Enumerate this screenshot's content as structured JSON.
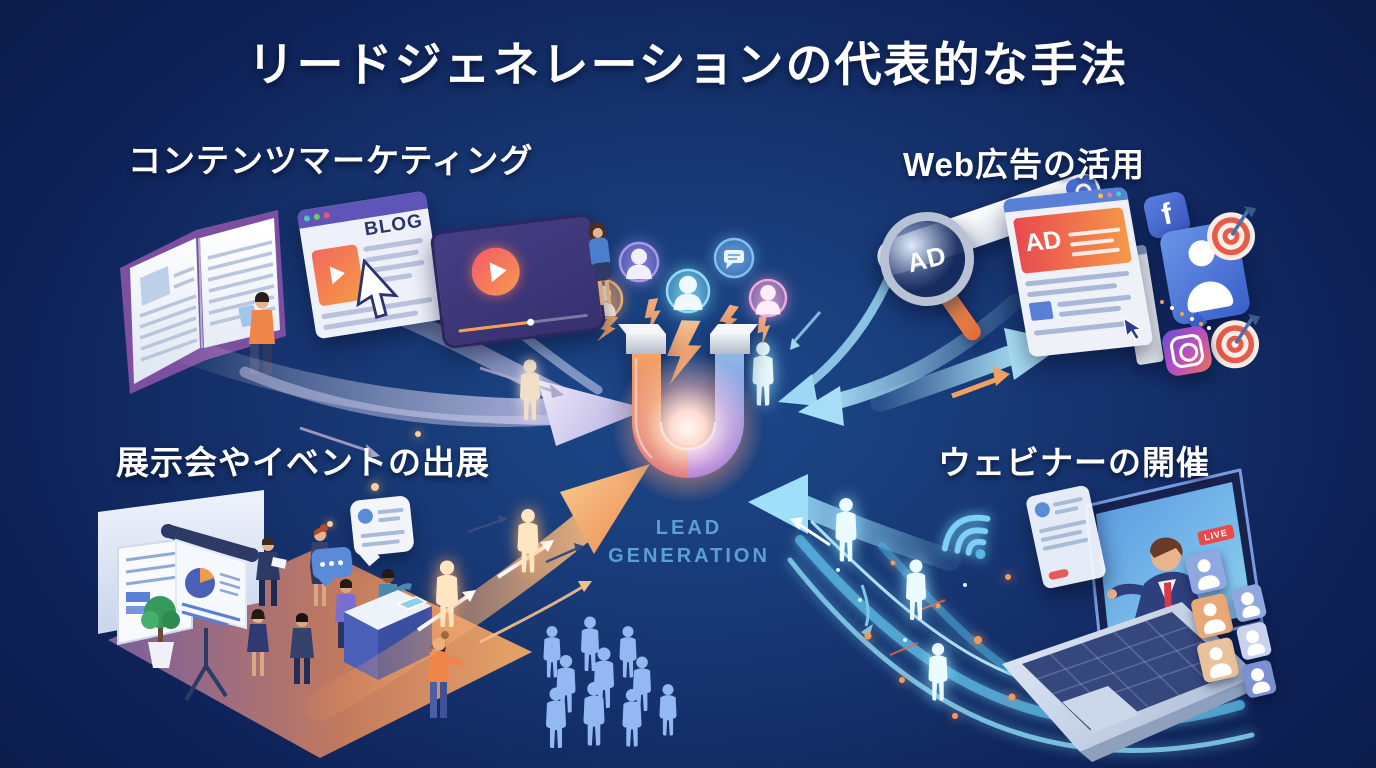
{
  "title": "リードジェネレーションの代表的な手法",
  "center": {
    "lead_line1": "LEAD",
    "lead_line2": "GENERATION"
  },
  "sections": {
    "content_marketing": {
      "label": "コンテンツマーケティング",
      "blog_window_title": "BLOG"
    },
    "web_ads": {
      "label": "Web広告の活用",
      "search_ad_text": "AD",
      "banner_ad_text": "AD",
      "facebook_letter": "f"
    },
    "exhibition": {
      "label": "展示会やイベントの出展"
    },
    "webinar": {
      "label": "ウェビナーの開催",
      "live_badge": "LIVE"
    }
  },
  "icons": [
    "magnet-icon",
    "lightning-icon",
    "user-avatar-icon",
    "chat-bubble-icon",
    "cursor-icon",
    "play-icon",
    "search-icon",
    "magnifier-icon",
    "facebook-icon",
    "instagram-icon",
    "target-dart-icon",
    "wifi-icon",
    "person-silhouette-icon",
    "pie-chart-icon",
    "speech-bubble-icon",
    "book-icon",
    "laptop-icon"
  ],
  "colors": {
    "background_center": "#1d4a8c",
    "background_edge": "#0c1c4a",
    "accent_orange": "#f09a5a",
    "accent_cyan": "#6fc8ee",
    "accent_purple": "#cfc8ee",
    "lead_text": "#5c9fd0",
    "magnet_left_top": "#f5a468",
    "magnet_left_bottom": "#c8506e",
    "magnet_right_top": "#8fb9ea",
    "magnet_right_bottom": "#7a5ad0"
  }
}
